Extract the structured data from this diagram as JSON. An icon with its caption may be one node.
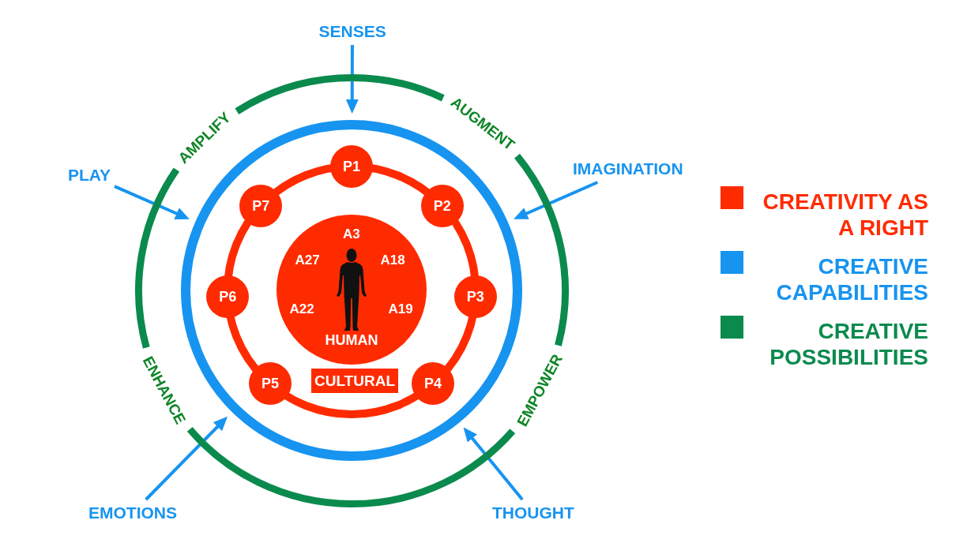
{
  "diagram": {
    "nodes": [
      {
        "text": [
          "SENSES"
        ]
      },
      {
        "text": [
          "PLAY"
        ]
      },
      {
        "text": [
          "IMAGINATION"
        ]
      },
      {
        "text": [
          "AMPLIFY",
          "AUGMENT",
          "ENHANCE",
          "EMPOWER"
        ]
      },
      {
        "text": [],
        "shape": "circle",
        "in": 3
      },
      {
        "text": [],
        "shape": "circle",
        "in": 4
      },
      {
        "text": [
          "P1"
        ],
        "in": 4
      },
      {
        "text": [
          "P2"
        ],
        "in": 4
      },
      {
        "text": [
          "P3"
        ],
        "in": 4
      },
      {
        "text": [
          "P4"
        ],
        "in": 4
      },
      {
        "text": [
          "P5"
        ],
        "in": 4
      },
      {
        "text": [
          "P6"
        ],
        "in": 4
      },
      {
        "text": [
          "P7"
        ],
        "in": 4
      },
      {
        "text": [
          "A3",
          "A27",
          "A18",
          "A22",
          "A19",
          "HUMAN"
        ],
        "in": 5
      },
      {
        "text": [
          "CULTURAL"
        ],
        "in": 5
      },
      {
        "text": [
          "EMOTIONS"
        ]
      },
      {
        "text": [
          "THOUGHT"
        ]
      }
    ],
    "edges": [
      {
        "from": 0,
        "to": 4,
        "arrow": "to"
      },
      {
        "from": 1,
        "to": 4,
        "arrow": "to"
      },
      {
        "from": 2,
        "to": 4,
        "arrow": "to"
      },
      {
        "from": 15,
        "to": 4,
        "arrow": "to"
      },
      {
        "from": 16,
        "to": 4,
        "arrow": "to"
      }
    ],
    "legend": [
      {
        "text": "CREATIVITY AS A RIGHT",
        "color": "#ff2b00"
      },
      {
        "text": "CREATIVE CAPABILITIES",
        "color": "#1794f0"
      },
      {
        "text": "CREATIVE POSSIBILITIES",
        "color": "#0b8a4e"
      }
    ]
  }
}
